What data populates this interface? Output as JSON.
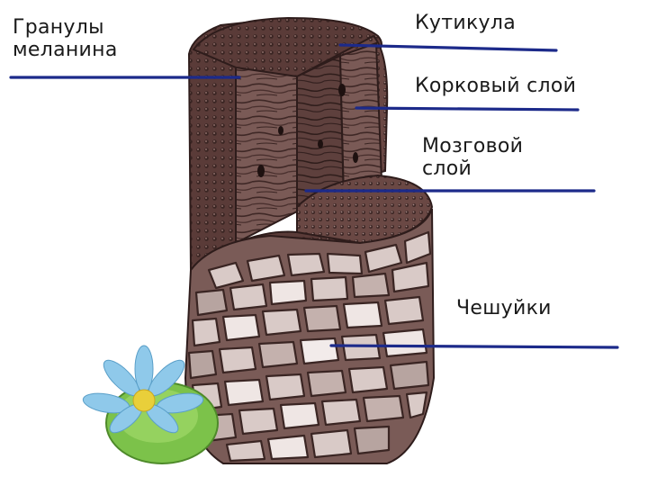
{
  "labels": {
    "granules": "Гранулы\nмеланина",
    "cuticle": "Кутикула",
    "cortex": "Корковый слой",
    "medulla": "Мозговой\nслой",
    "scales": "Чешуйки"
  },
  "colors": {
    "leader_line": "#1c2a8a",
    "hair_dark": "#4e3331",
    "hair_mid": "#6e4c48",
    "hair_light": "#9a7a75",
    "scale_light": "#e6dcda",
    "lily_petal": "#8fc9ea",
    "lily_center": "#e9cf3a",
    "lily_pad": "#7cc24a"
  }
}
